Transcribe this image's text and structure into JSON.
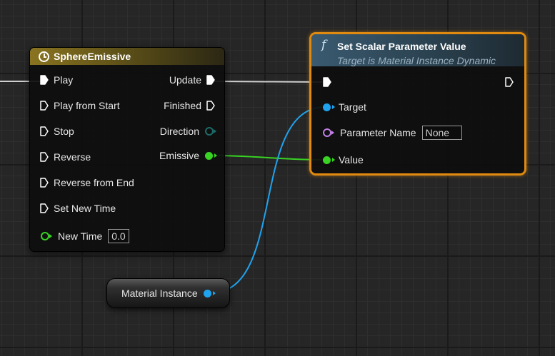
{
  "timeline_node": {
    "title": "SphereEmissive",
    "inputs": {
      "play": "Play",
      "play_from_start": "Play from Start",
      "stop": "Stop",
      "reverse": "Reverse",
      "reverse_from_end": "Reverse from End",
      "set_new_time": "Set New Time",
      "new_time": "New Time",
      "new_time_value": "0.0"
    },
    "outputs": {
      "update": "Update",
      "finished": "Finished",
      "direction": "Direction",
      "emissive": "Emissive"
    }
  },
  "function_node": {
    "icon": "function-icon",
    "icon_glyph": "f",
    "title": "Set Scalar Parameter Value",
    "subtitle": "Target is Material Instance Dynamic",
    "inputs": {
      "target": "Target",
      "parameter_name": "Parameter Name",
      "parameter_name_value": "None",
      "value": "Value"
    }
  },
  "variable_node": {
    "label": "Material Instance"
  },
  "colors": {
    "exec": "#ffffff",
    "object_pin": "#1fa3ee",
    "float_pin": "#38d323",
    "name_pin": "#c27ee6",
    "direction_pin": "#1c6b68",
    "timeline_header": "#8a7420",
    "function_header": "#3a5a70",
    "selection_outline": "#e08a10"
  }
}
